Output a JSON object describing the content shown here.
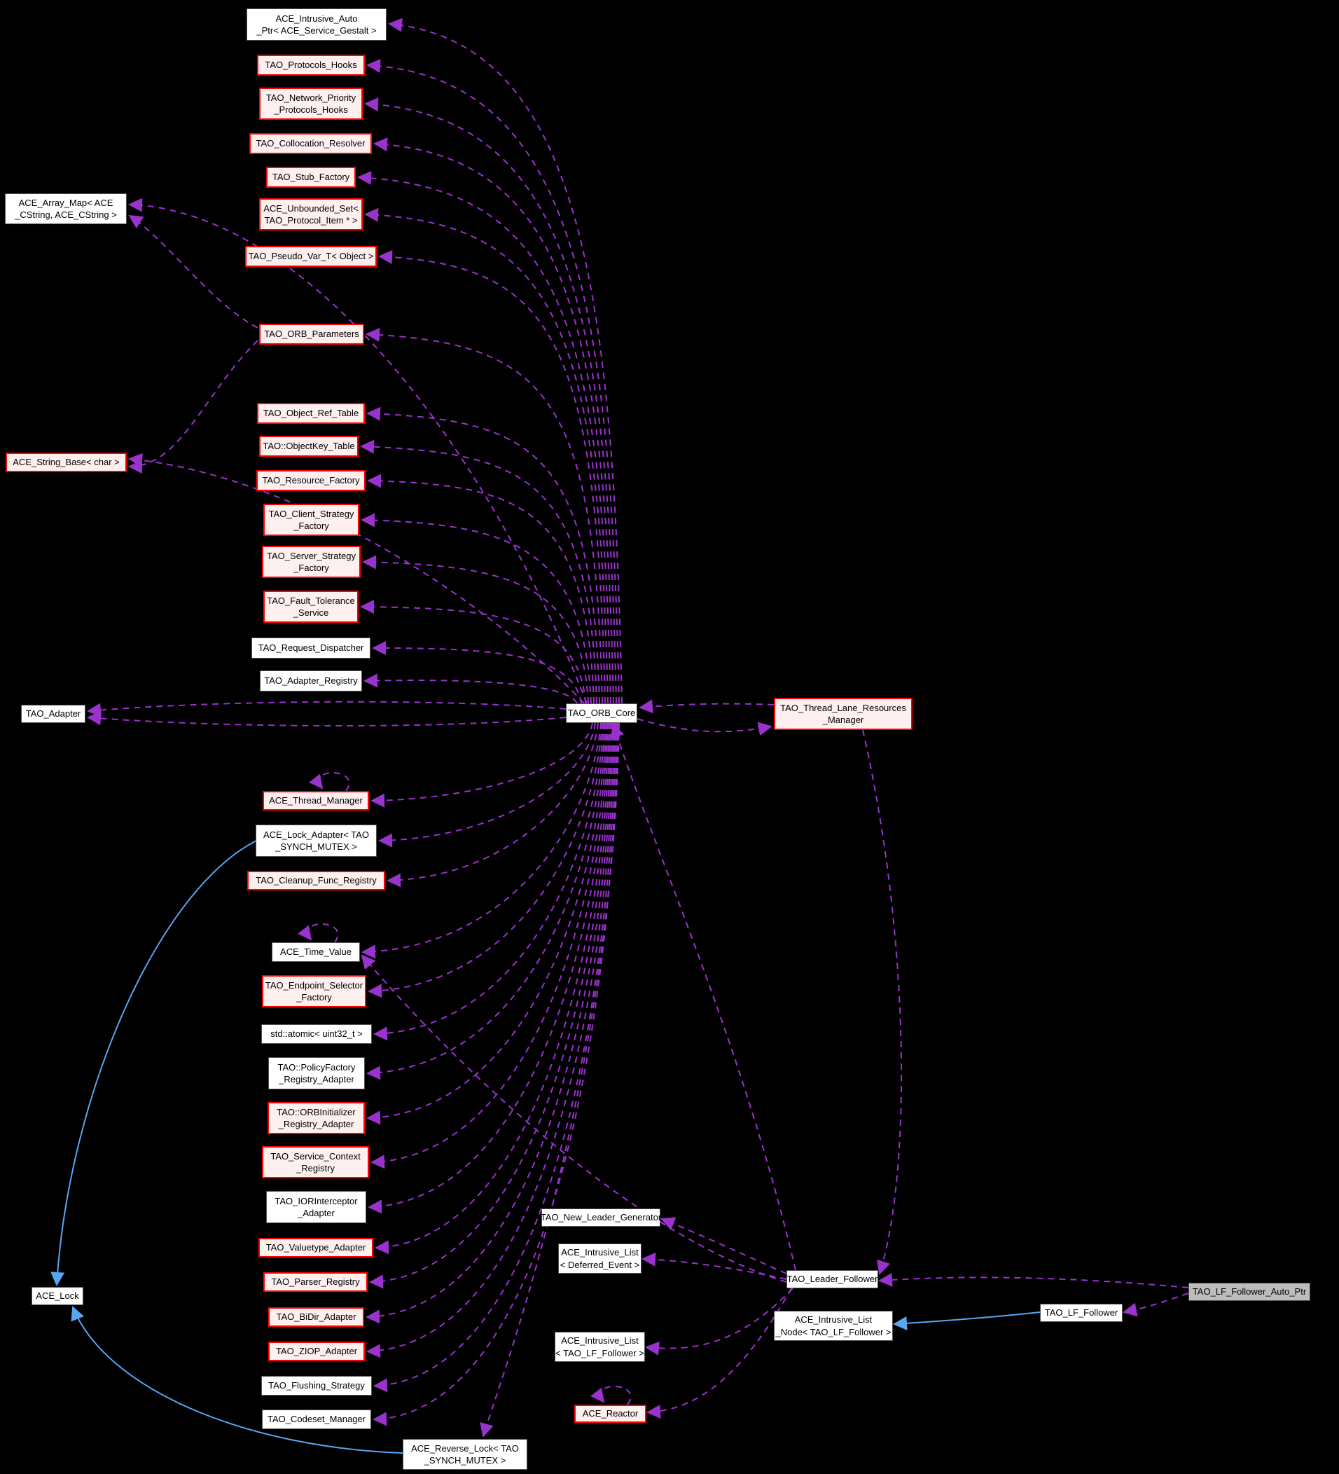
{
  "diagram": {
    "kind": "doxygen-collaboration-graph",
    "focus_node": "TAO_LF_Follower_Auto_Ptr",
    "colors": {
      "background": "#000000",
      "usage_edge": "#9a32cd",
      "inheritance_edge": "#58a6f2",
      "plain_fill": "#ffffff",
      "plain_border": "#555555",
      "truncated_fill": "#fdf0ef",
      "truncated_border": "#ff0000",
      "focus_fill": "#bdbdbd"
    },
    "nodes": [
      {
        "id": "ACE_Intrusive_Auto_Ptr< ACE_Service_Gestalt >",
        "style": "plain",
        "lines": [
          "ACE_Intrusive_Auto",
          "_Ptr< ACE_Service_Gestalt >"
        ]
      },
      {
        "id": "TAO_Protocols_Hooks",
        "style": "truncated",
        "lines": [
          "TAO_Protocols_Hooks"
        ]
      },
      {
        "id": "TAO_Network_Priority_Protocols_Hooks",
        "style": "truncated",
        "lines": [
          "TAO_Network_Priority",
          "_Protocols_Hooks"
        ]
      },
      {
        "id": "TAO_Collocation_Resolver",
        "style": "truncated",
        "lines": [
          "TAO_Collocation_Resolver"
        ]
      },
      {
        "id": "TAO_Stub_Factory",
        "style": "truncated",
        "lines": [
          "TAO_Stub_Factory"
        ]
      },
      {
        "id": "ACE_Unbounded_Set< TAO_Protocol_Item * >",
        "style": "truncated",
        "lines": [
          "ACE_Unbounded_Set<",
          "TAO_Protocol_Item * >"
        ]
      },
      {
        "id": "TAO_Pseudo_Var_T< Object >",
        "style": "truncated",
        "lines": [
          "TAO_Pseudo_Var_T< Object >"
        ]
      },
      {
        "id": "TAO_ORB_Parameters",
        "style": "truncated",
        "lines": [
          "TAO_ORB_Parameters"
        ]
      },
      {
        "id": "TAO_Object_Ref_Table",
        "style": "truncated",
        "lines": [
          "TAO_Object_Ref_Table"
        ]
      },
      {
        "id": "TAO::ObjectKey_Table",
        "style": "truncated",
        "lines": [
          "TAO::ObjectKey_Table"
        ]
      },
      {
        "id": "TAO_Resource_Factory",
        "style": "truncated",
        "lines": [
          "TAO_Resource_Factory"
        ]
      },
      {
        "id": "TAO_Client_Strategy_Factory",
        "style": "truncated",
        "lines": [
          "TAO_Client_Strategy",
          "_Factory"
        ]
      },
      {
        "id": "TAO_Server_Strategy_Factory",
        "style": "truncated",
        "lines": [
          "TAO_Server_Strategy",
          "_Factory"
        ]
      },
      {
        "id": "TAO_Fault_Tolerance_Service",
        "style": "truncated",
        "lines": [
          "TAO_Fault_Tolerance",
          "_Service"
        ]
      },
      {
        "id": "TAO_Request_Dispatcher",
        "style": "plain",
        "lines": [
          "TAO_Request_Dispatcher"
        ]
      },
      {
        "id": "TAO_Adapter_Registry",
        "style": "plain",
        "lines": [
          "TAO_Adapter_Registry"
        ]
      },
      {
        "id": "TAO_Adapter",
        "style": "plain",
        "lines": [
          "TAO_Adapter"
        ]
      },
      {
        "id": "TAO_ORB_Core",
        "style": "plain",
        "lines": [
          "TAO_ORB_Core"
        ]
      },
      {
        "id": "TAO_Thread_Lane_Resources_Manager",
        "style": "truncated",
        "lines": [
          "TAO_Thread_Lane_Resources",
          "_Manager"
        ]
      },
      {
        "id": "ACE_Thread_Manager",
        "style": "truncated",
        "lines": [
          "ACE_Thread_Manager"
        ]
      },
      {
        "id": "ACE_Lock_Adapter< TAO_SYNCH_MUTEX >",
        "style": "plain",
        "lines": [
          "ACE_Lock_Adapter< TAO",
          "_SYNCH_MUTEX >"
        ]
      },
      {
        "id": "TAO_Cleanup_Func_Registry",
        "style": "truncated",
        "lines": [
          "TAO_Cleanup_Func_Registry"
        ]
      },
      {
        "id": "ACE_Time_Value",
        "style": "plain",
        "lines": [
          "ACE_Time_Value"
        ]
      },
      {
        "id": "TAO_Endpoint_Selector_Factory",
        "style": "truncated",
        "lines": [
          "TAO_Endpoint_Selector",
          "_Factory"
        ]
      },
      {
        "id": "std::atomic< uint32_t >",
        "style": "plain",
        "lines": [
          "std::atomic< uint32_t >"
        ]
      },
      {
        "id": "TAO::PolicyFactory_Registry_Adapter",
        "style": "plain",
        "lines": [
          "TAO::PolicyFactory",
          "_Registry_Adapter"
        ]
      },
      {
        "id": "TAO::ORBInitializer_Registry_Adapter",
        "style": "truncated",
        "lines": [
          "TAO::ORBInitializer",
          "_Registry_Adapter"
        ]
      },
      {
        "id": "TAO_Service_Context_Registry",
        "style": "truncated",
        "lines": [
          "TAO_Service_Context",
          "_Registry"
        ]
      },
      {
        "id": "TAO_IORInterceptor_Adapter",
        "style": "plain",
        "lines": [
          "TAO_IORInterceptor",
          "_Adapter"
        ]
      },
      {
        "id": "TAO_Valuetype_Adapter",
        "style": "truncated",
        "lines": [
          "TAO_Valuetype_Adapter"
        ]
      },
      {
        "id": "TAO_Parser_Registry",
        "style": "truncated",
        "lines": [
          "TAO_Parser_Registry"
        ]
      },
      {
        "id": "TAO_BiDir_Adapter",
        "style": "truncated",
        "lines": [
          "TAO_BiDir_Adapter"
        ]
      },
      {
        "id": "TAO_ZIOP_Adapter",
        "style": "truncated",
        "lines": [
          "TAO_ZIOP_Adapter"
        ]
      },
      {
        "id": "TAO_Flushing_Strategy",
        "style": "plain",
        "lines": [
          "TAO_Flushing_Strategy"
        ]
      },
      {
        "id": "TAO_Codeset_Manager",
        "style": "plain",
        "lines": [
          "TAO_Codeset_Manager"
        ]
      },
      {
        "id": "ACE_Reverse_Lock< TAO_SYNCH_MUTEX >",
        "style": "plain",
        "lines": [
          "ACE_Reverse_Lock< TAO",
          "_SYNCH_MUTEX >"
        ]
      },
      {
        "id": "ACE_Lock",
        "style": "plain",
        "lines": [
          "ACE_Lock"
        ]
      },
      {
        "id": "ACE_String_Base< char >",
        "style": "truncated",
        "lines": [
          "ACE_String_Base< char >"
        ]
      },
      {
        "id": "ACE_Array_Map< ACE_CString, ACE_CString >",
        "style": "plain",
        "lines": [
          "ACE_Array_Map< ACE",
          "_CString, ACE_CString >"
        ]
      },
      {
        "id": "TAO_New_Leader_Generator",
        "style": "plain",
        "lines": [
          "TAO_New_Leader_Generator"
        ]
      },
      {
        "id": "ACE_Intrusive_List< Deferred_Event >",
        "style": "plain",
        "lines": [
          "ACE_Intrusive_List",
          "< Deferred_Event >"
        ]
      },
      {
        "id": "TAO_Leader_Follower",
        "style": "plain",
        "lines": [
          "TAO_Leader_Follower"
        ]
      },
      {
        "id": "ACE_Intrusive_List_Node< TAO_LF_Follower >",
        "style": "plain",
        "lines": [
          "ACE_Intrusive_List",
          "_Node< TAO_LF_Follower >"
        ]
      },
      {
        "id": "ACE_Intrusive_List< TAO_LF_Follower >",
        "style": "plain",
        "lines": [
          "ACE_Intrusive_List",
          "< TAO_LF_Follower >"
        ]
      },
      {
        "id": "TAO_LF_Follower",
        "style": "plain",
        "lines": [
          "TAO_LF_Follower"
        ]
      },
      {
        "id": "TAO_LF_Follower_Auto_Ptr",
        "style": "focus",
        "lines": [
          "TAO_LF_Follower_Auto_Ptr"
        ]
      },
      {
        "id": "ACE_Reactor",
        "style": "truncated",
        "lines": [
          "ACE_Reactor"
        ]
      }
    ],
    "edges": [
      {
        "from": "TAO_ORB_Core",
        "to": "ACE_Intrusive_Auto_Ptr< ACE_Service_Gestalt >",
        "type": "usage"
      },
      {
        "from": "TAO_ORB_Core",
        "to": "TAO_Protocols_Hooks",
        "type": "usage"
      },
      {
        "from": "TAO_ORB_Core",
        "to": "TAO_Network_Priority_Protocols_Hooks",
        "type": "usage"
      },
      {
        "from": "TAO_ORB_Core",
        "to": "TAO_Collocation_Resolver",
        "type": "usage"
      },
      {
        "from": "TAO_ORB_Core",
        "to": "TAO_Stub_Factory",
        "type": "usage"
      },
      {
        "from": "TAO_ORB_Core",
        "to": "ACE_Unbounded_Set< TAO_Protocol_Item * >",
        "type": "usage"
      },
      {
        "from": "TAO_ORB_Core",
        "to": "TAO_Pseudo_Var_T< Object >",
        "type": "usage"
      },
      {
        "from": "TAO_ORB_Core",
        "to": "TAO_ORB_Parameters",
        "type": "usage"
      },
      {
        "from": "TAO_ORB_Core",
        "to": "TAO_Object_Ref_Table",
        "type": "usage"
      },
      {
        "from": "TAO_ORB_Core",
        "to": "TAO::ObjectKey_Table",
        "type": "usage"
      },
      {
        "from": "TAO_ORB_Core",
        "to": "TAO_Resource_Factory",
        "type": "usage"
      },
      {
        "from": "TAO_ORB_Core",
        "to": "TAO_Client_Strategy_Factory",
        "type": "usage"
      },
      {
        "from": "TAO_ORB_Core",
        "to": "TAO_Server_Strategy_Factory",
        "type": "usage"
      },
      {
        "from": "TAO_ORB_Core",
        "to": "TAO_Fault_Tolerance_Service",
        "type": "usage"
      },
      {
        "from": "TAO_ORB_Core",
        "to": "TAO_Request_Dispatcher",
        "type": "usage"
      },
      {
        "from": "TAO_ORB_Core",
        "to": "TAO_Adapter_Registry",
        "type": "usage"
      },
      {
        "from": "TAO_ORB_Core",
        "to": "TAO_Adapter",
        "type": "usage"
      },
      {
        "from": "TAO_Adapter_Registry",
        "to": "TAO_Adapter",
        "type": "usage"
      },
      {
        "from": "TAO_Thread_Lane_Resources_Manager",
        "to": "TAO_ORB_Core",
        "type": "usage"
      },
      {
        "from": "TAO_ORB_Core",
        "to": "TAO_Thread_Lane_Resources_Manager",
        "type": "usage"
      },
      {
        "from": "TAO_ORB_Core",
        "to": "ACE_Thread_Manager",
        "type": "usage"
      },
      {
        "from": "ACE_Thread_Manager",
        "to": "ACE_Thread_Manager",
        "type": "usage"
      },
      {
        "from": "TAO_ORB_Core",
        "to": "ACE_Lock_Adapter< TAO_SYNCH_MUTEX >",
        "type": "usage"
      },
      {
        "from": "TAO_ORB_Core",
        "to": "TAO_Cleanup_Func_Registry",
        "type": "usage"
      },
      {
        "from": "TAO_ORB_Core",
        "to": "ACE_Time_Value",
        "type": "usage"
      },
      {
        "from": "ACE_Time_Value",
        "to": "ACE_Time_Value",
        "type": "usage"
      },
      {
        "from": "TAO_Leader_Follower",
        "to": "ACE_Time_Value",
        "type": "usage"
      },
      {
        "from": "TAO_ORB_Core",
        "to": "TAO_Endpoint_Selector_Factory",
        "type": "usage"
      },
      {
        "from": "TAO_ORB_Core",
        "to": "std::atomic< uint32_t >",
        "type": "usage"
      },
      {
        "from": "TAO_ORB_Core",
        "to": "TAO::PolicyFactory_Registry_Adapter",
        "type": "usage"
      },
      {
        "from": "TAO_ORB_Core",
        "to": "TAO::ORBInitializer_Registry_Adapter",
        "type": "usage"
      },
      {
        "from": "TAO_ORB_Core",
        "to": "TAO_Service_Context_Registry",
        "type": "usage"
      },
      {
        "from": "TAO_ORB_Core",
        "to": "TAO_IORInterceptor_Adapter",
        "type": "usage"
      },
      {
        "from": "TAO_ORB_Core",
        "to": "TAO_Valuetype_Adapter",
        "type": "usage"
      },
      {
        "from": "TAO_ORB_Core",
        "to": "TAO_Parser_Registry",
        "type": "usage"
      },
      {
        "from": "TAO_ORB_Core",
        "to": "TAO_BiDir_Adapter",
        "type": "usage"
      },
      {
        "from": "TAO_ORB_Core",
        "to": "TAO_ZIOP_Adapter",
        "type": "usage"
      },
      {
        "from": "TAO_ORB_Core",
        "to": "TAO_Flushing_Strategy",
        "type": "usage"
      },
      {
        "from": "TAO_ORB_Core",
        "to": "TAO_Codeset_Manager",
        "type": "usage"
      },
      {
        "from": "TAO_ORB_Core",
        "to": "ACE_Reverse_Lock< TAO_SYNCH_MUTEX >",
        "type": "usage"
      },
      {
        "from": "TAO_ORB_Core",
        "to": "ACE_String_Base< char >",
        "type": "usage"
      },
      {
        "from": "TAO_ORB_Parameters",
        "to": "ACE_String_Base< char >",
        "type": "usage"
      },
      {
        "from": "TAO_ORB_Core",
        "to": "ACE_Array_Map< ACE_CString, ACE_CString >",
        "type": "usage"
      },
      {
        "from": "TAO_ORB_Parameters",
        "to": "ACE_Array_Map< ACE_CString, ACE_CString >",
        "type": "usage"
      },
      {
        "from": "TAO_Leader_Follower",
        "to": "TAO_New_Leader_Generator",
        "type": "usage"
      },
      {
        "from": "TAO_Leader_Follower",
        "to": "ACE_Intrusive_List< Deferred_Event >",
        "type": "usage"
      },
      {
        "from": "TAO_Leader_Follower",
        "to": "ACE_Intrusive_List< TAO_LF_Follower >",
        "type": "usage"
      },
      {
        "from": "TAO_Leader_Follower",
        "to": "TAO_ORB_Core",
        "type": "usage"
      },
      {
        "from": "TAO_Thread_Lane_Resources_Manager",
        "to": "TAO_Leader_Follower",
        "type": "usage"
      },
      {
        "from": "TAO_LF_Follower_Auto_Ptr",
        "to": "TAO_Leader_Follower",
        "type": "usage"
      },
      {
        "from": "TAO_LF_Follower_Auto_Ptr",
        "to": "TAO_LF_Follower",
        "type": "usage"
      },
      {
        "from": "TAO_Leader_Follower",
        "to": "ACE_Reactor",
        "type": "usage"
      },
      {
        "from": "ACE_Reactor",
        "to": "ACE_Reactor",
        "type": "usage"
      },
      {
        "from": "ACE_Lock_Adapter< TAO_SYNCH_MUTEX >",
        "to": "ACE_Lock",
        "type": "inheritance"
      },
      {
        "from": "ACE_Reverse_Lock< TAO_SYNCH_MUTEX >",
        "to": "ACE_Lock",
        "type": "inheritance"
      },
      {
        "from": "TAO_LF_Follower",
        "to": "ACE_Intrusive_List_Node< TAO_LF_Follower >",
        "type": "inheritance"
      }
    ]
  }
}
